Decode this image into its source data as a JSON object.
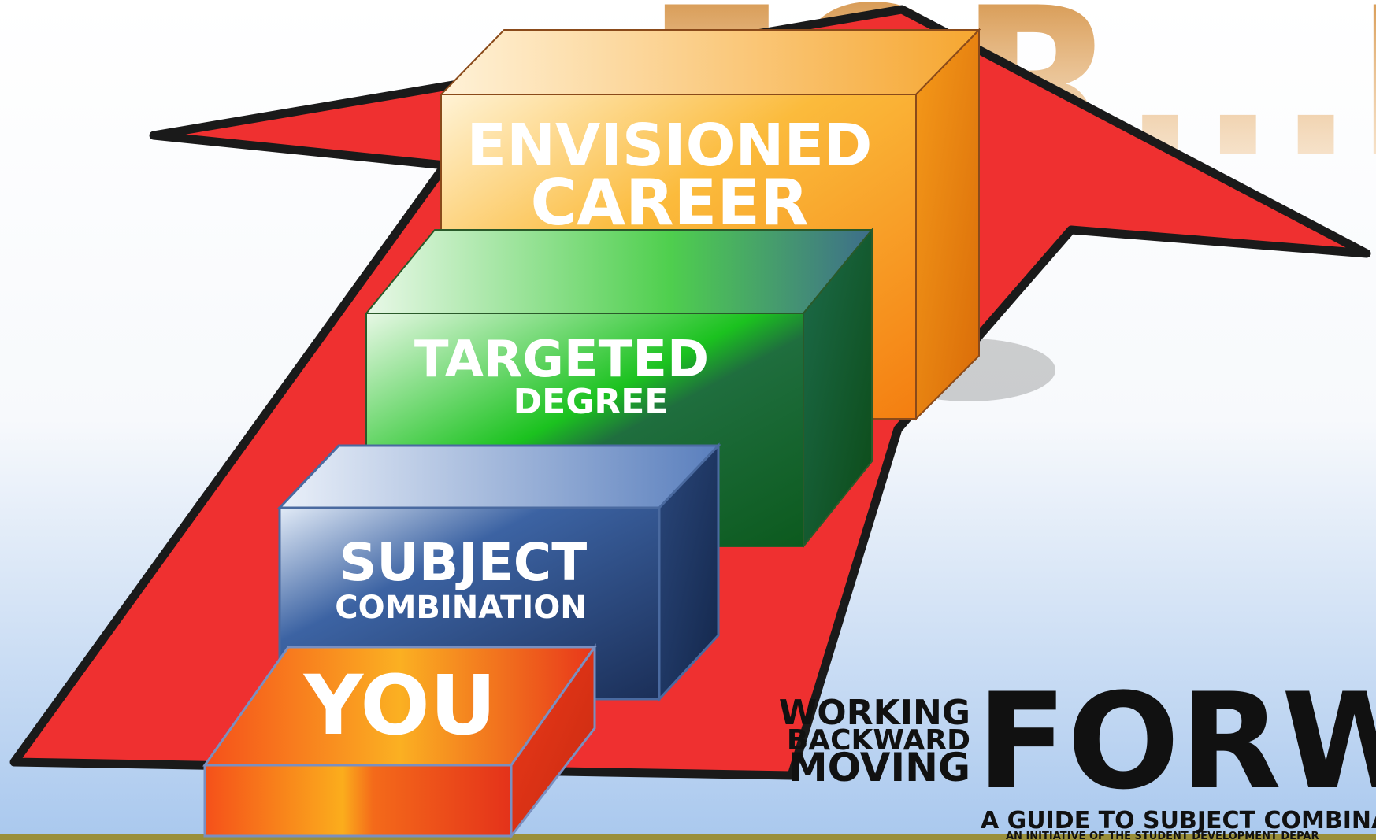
{
  "background_text": "FOR...RE",
  "steps": {
    "career": {
      "line1": "ENVISIONED",
      "line2": "CAREER"
    },
    "degree": {
      "line1": "TARGETED",
      "line2": "DEGREE"
    },
    "subject": {
      "line1": "SUBJECT",
      "line2": "COMBINATION"
    },
    "you": {
      "line1": "YOU"
    }
  },
  "title": {
    "working": "WORKING",
    "backward": "BACKWARD",
    "moving": "MOVING",
    "forward": "FORWA",
    "subtitle": "A GUIDE TO SUBJECT COMBINATI",
    "initiative": "AN INITIATIVE OF THE  STUDENT DEVELOPMENT DEPAR"
  },
  "colors": {
    "arrow": "#ef3030",
    "career": "#f7a21b",
    "degree": "#1a9a2a",
    "subject": "#2d4f8a",
    "you": "#f2561a",
    "background_bottom": "#a9c8ee"
  }
}
